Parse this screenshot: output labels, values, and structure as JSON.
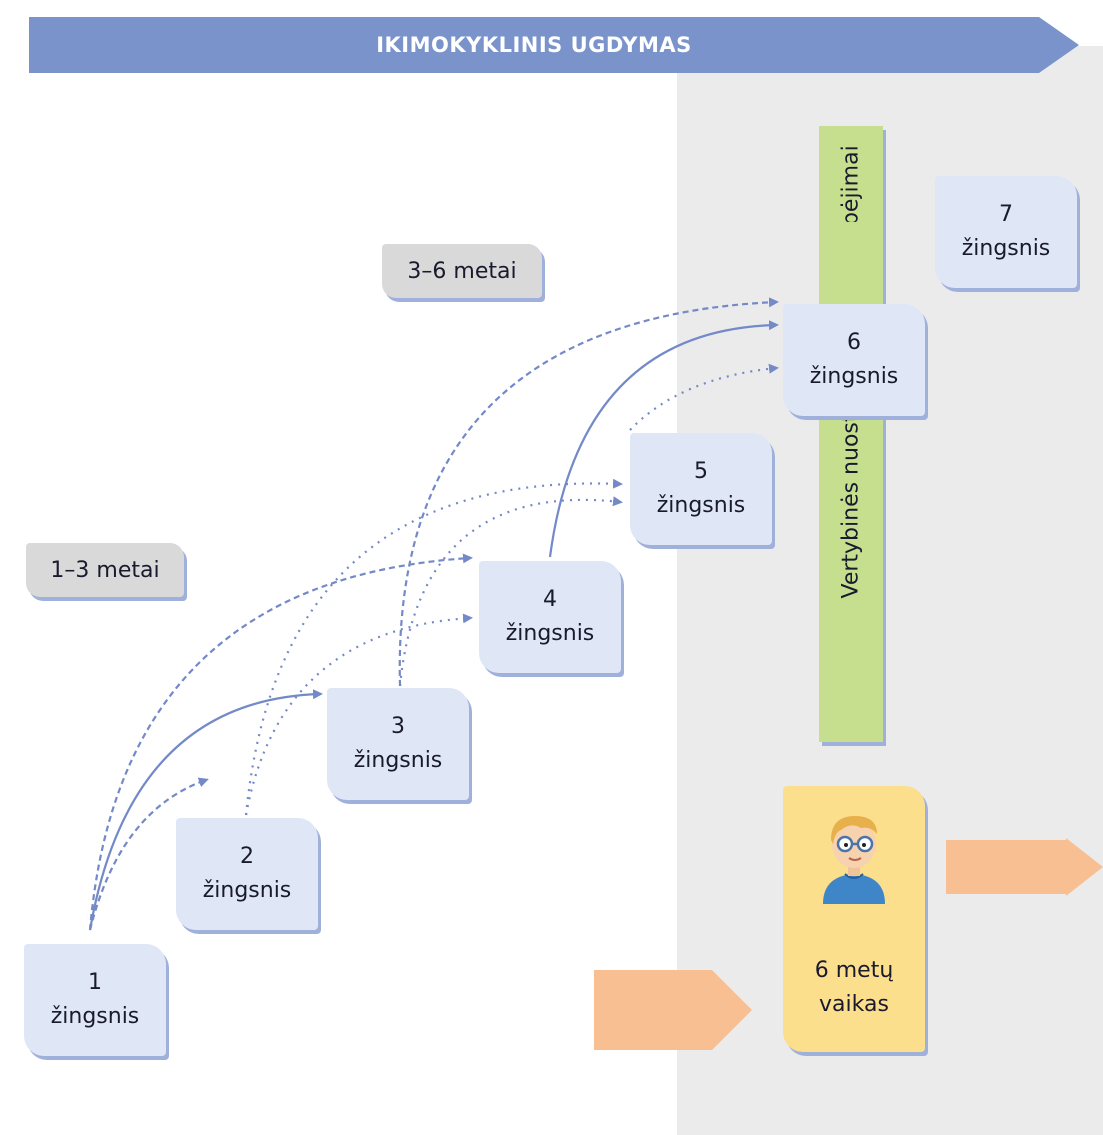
{
  "banner": {
    "title": "IKIMOKYKLINIS UGDYMAS"
  },
  "ages": {
    "a1": "1–3 metai",
    "a2": "3–6 metai"
  },
  "steps": [
    {
      "num": "1",
      "label": "žingsnis"
    },
    {
      "num": "2",
      "label": "žingsnis"
    },
    {
      "num": "3",
      "label": "žingsnis"
    },
    {
      "num": "4",
      "label": "žingsnis"
    },
    {
      "num": "5",
      "label": "žingsnis"
    },
    {
      "num": "6",
      "label": "žingsnis"
    },
    {
      "num": "7",
      "label": "žingsnis"
    }
  ],
  "green_bar": {
    "top": "ir gebėjimai",
    "bottom": "Vertybinės nuostatos"
  },
  "child": {
    "line1": "6 metų",
    "line2": "vaikas"
  },
  "colors": {
    "banner": "#7a93cb",
    "step_box": "#dfe7f6",
    "arrow": "#7389c8",
    "green_bar": "#c6df8e",
    "child_card": "#fbdf8d",
    "orange_arrow": "#f7bf92",
    "panel": "#ebebeb"
  },
  "icons": {
    "child": "child-avatar-icon"
  }
}
